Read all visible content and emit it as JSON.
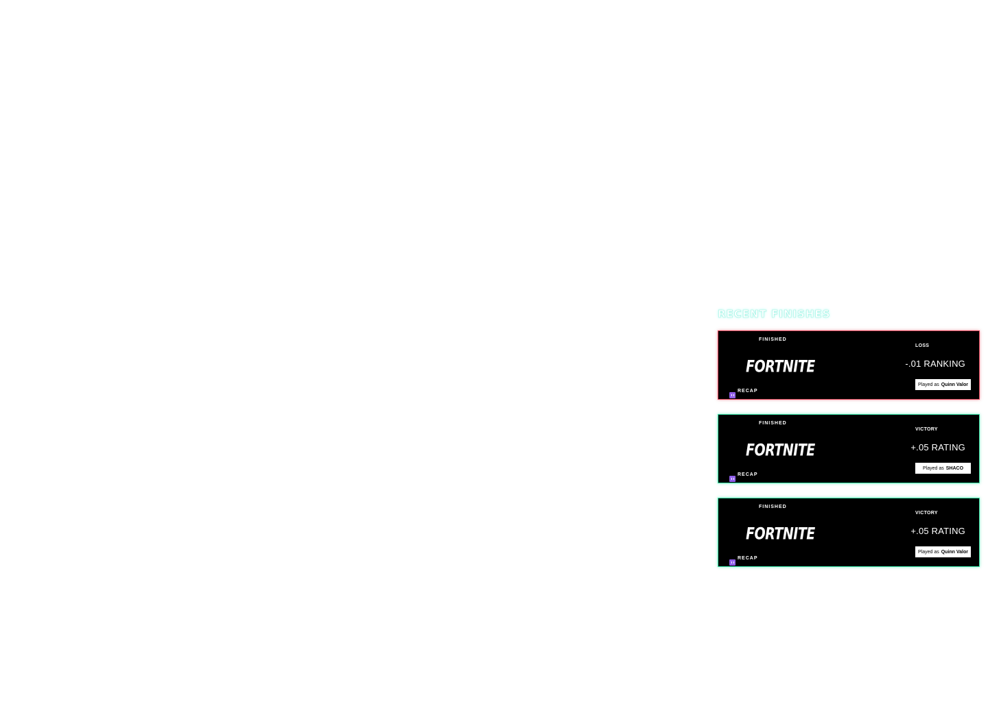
{
  "section": {
    "title": "RECENT FINISHES"
  },
  "colors": {
    "loss_border": "#e0465a",
    "victory_border": "#39e3a6",
    "twitch_purple": "#8f5ee8",
    "title_glow": "#9ff0e3"
  },
  "cards": [
    {
      "status": "FINISHED",
      "game": "FORTNITE",
      "recap": "RECAP",
      "recap_icon": "twitch-icon",
      "result": "LOSS",
      "rating_change": "-.01 RANKING",
      "played_as_prefix": "Played as",
      "player": "Quinn Valor"
    },
    {
      "status": "FINISHED",
      "game": "FORTNITE",
      "recap": "RECAP",
      "recap_icon": "twitch-icon",
      "result": "VICTORY",
      "rating_change": "+.05 RATING",
      "played_as_prefix": "Played as",
      "player": "SHACO"
    },
    {
      "status": "FINISHED",
      "game": "FORTNITE",
      "recap": "RECAP",
      "recap_icon": "twitch-icon",
      "result": "VICTORY",
      "rating_change": "+.05 RATING",
      "played_as_prefix": "Played as",
      "player": "Quinn Valor"
    }
  ]
}
